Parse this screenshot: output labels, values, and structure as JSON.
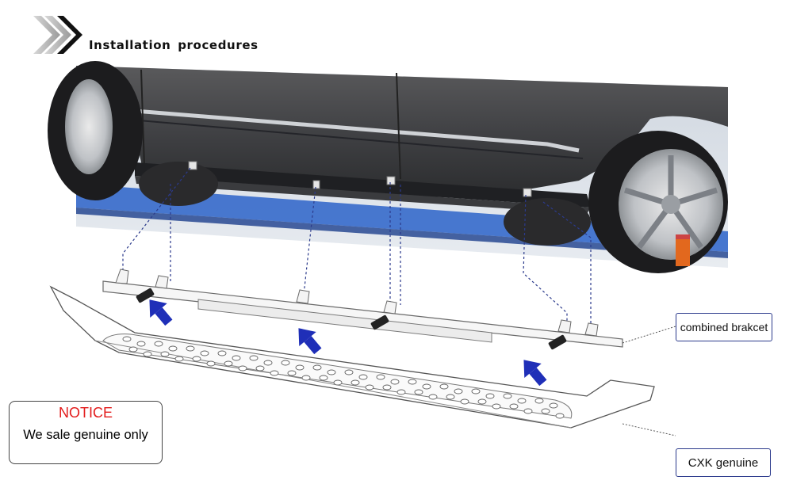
{
  "header": {
    "title": "Installation procedures",
    "icon": "double-chevron-icon"
  },
  "callouts": {
    "bracket_label": "combined brakcet",
    "board_label": "CXK genuine"
  },
  "notice": {
    "title": "NOTICE",
    "text": "We sale genuine only"
  },
  "colors": {
    "notice_title": "#e31b1b",
    "arrow": "#1f2fb8",
    "leader_line": "#2b3a8c",
    "callout_border": "#2b3a8c"
  }
}
